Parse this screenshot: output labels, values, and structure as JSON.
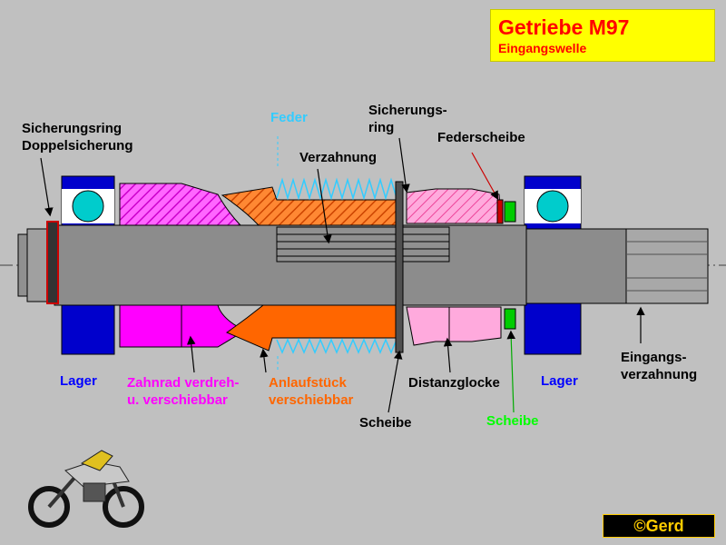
{
  "header": {
    "title": "Getriebe M97",
    "subtitle": "Eingangswelle"
  },
  "labels": {
    "sicherungsring": "Sicherungsring\nDoppelsicherung",
    "feder": "Feder",
    "sicherungs_ring": "Sicherungs-\nring",
    "federscheibe": "Federscheibe",
    "verzahnung": "Verzahnung",
    "lager_left": "Lager",
    "lager_right": "Lager",
    "zahnrad": "Zahnrad verdreh-\nu. verschiebbar",
    "anlaufstueck": "Anlaufstück\nverschiebbar",
    "distanzglocke": "Distanzglocke",
    "scheibe_black": "Scheibe",
    "scheibe_green": "Scheibe",
    "eingangsverzahnung": "Eingangs-\nverzahnung"
  },
  "footer": {
    "copyright": "©Gerd"
  },
  "colors": {
    "background": "#c0c0c0",
    "shaft": "#808080",
    "bearing": "#0000cc",
    "ball": "#00cccc",
    "gear": "#ff00ff",
    "sleeve": "#ff6600",
    "bell": "#ff99cc",
    "spring": "#33ccff",
    "washer_green": "#00cc00",
    "title_bg": "#ffff00",
    "title_text": "#ff0000"
  }
}
